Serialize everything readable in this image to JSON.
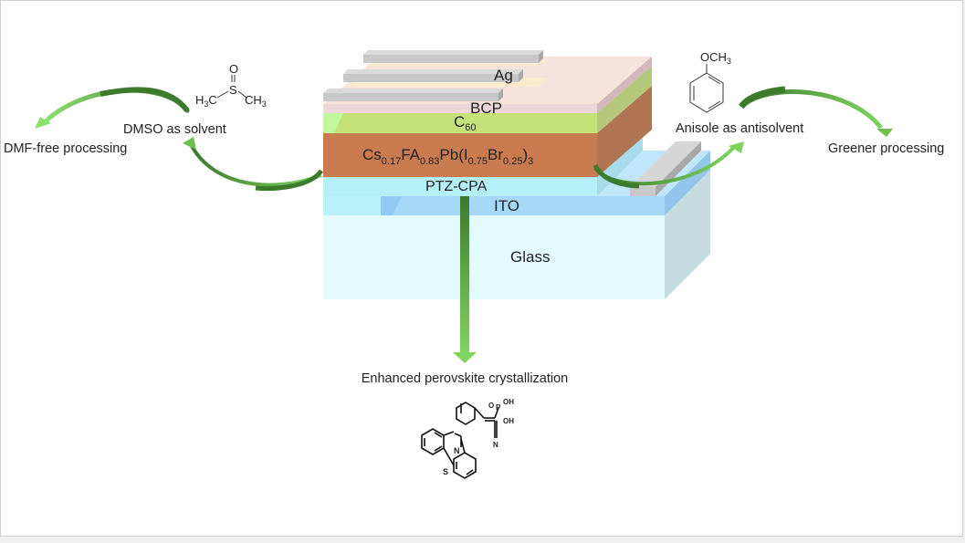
{
  "layers": {
    "ag": "Ag",
    "bcp": "BCP",
    "c60_base": "C",
    "c60_sub": "60",
    "perovskite": [
      {
        "t": "Cs",
        "sub": false
      },
      {
        "t": "0.17",
        "sub": true
      },
      {
        "t": "FA",
        "sub": false
      },
      {
        "t": "0.83",
        "sub": true
      },
      {
        "t": "Pb(I",
        "sub": false
      },
      {
        "t": "0.75",
        "sub": true
      },
      {
        "t": "Br",
        "sub": false
      },
      {
        "t": "0.25",
        "sub": true
      },
      {
        "t": ")",
        "sub": false
      },
      {
        "t": "3",
        "sub": true
      }
    ],
    "ptz_cpa": "PTZ-CPA",
    "ito": "ITO",
    "glass": "Glass"
  },
  "left_cycle": {
    "label": "DMSO as solvent",
    "outcome": "DMF-free processing",
    "molecule": {
      "o": "O",
      "s": "S",
      "left": "H",
      "left_sub": "3",
      "left_c": "C",
      "right": "CH",
      "right_sub": "3"
    }
  },
  "right_cycle": {
    "label": "Anisole as antisolvent",
    "outcome": "Greener processing",
    "molecule": {
      "group": "OCH",
      "group_sub": "3"
    }
  },
  "bottom": {
    "label": "Enhanced perovskite crystallization",
    "molecule_atoms": {
      "n": "N",
      "s": "S",
      "o": "O",
      "p": "P",
      "oh1": "OH",
      "oh2": "OH",
      "cn_n": "N"
    }
  },
  "colors": {
    "perovskite": "#c97b4f",
    "c60": "#c5e27a",
    "bcp": "#f2dada",
    "ag": "#c8c8c8",
    "ptz_cpa": "#b4f0f8",
    "ito": "#a6d8f8",
    "glass": "#e4fbfe",
    "arrow_dark": "#3c7a2c",
    "arrow_light": "#7fd460"
  }
}
